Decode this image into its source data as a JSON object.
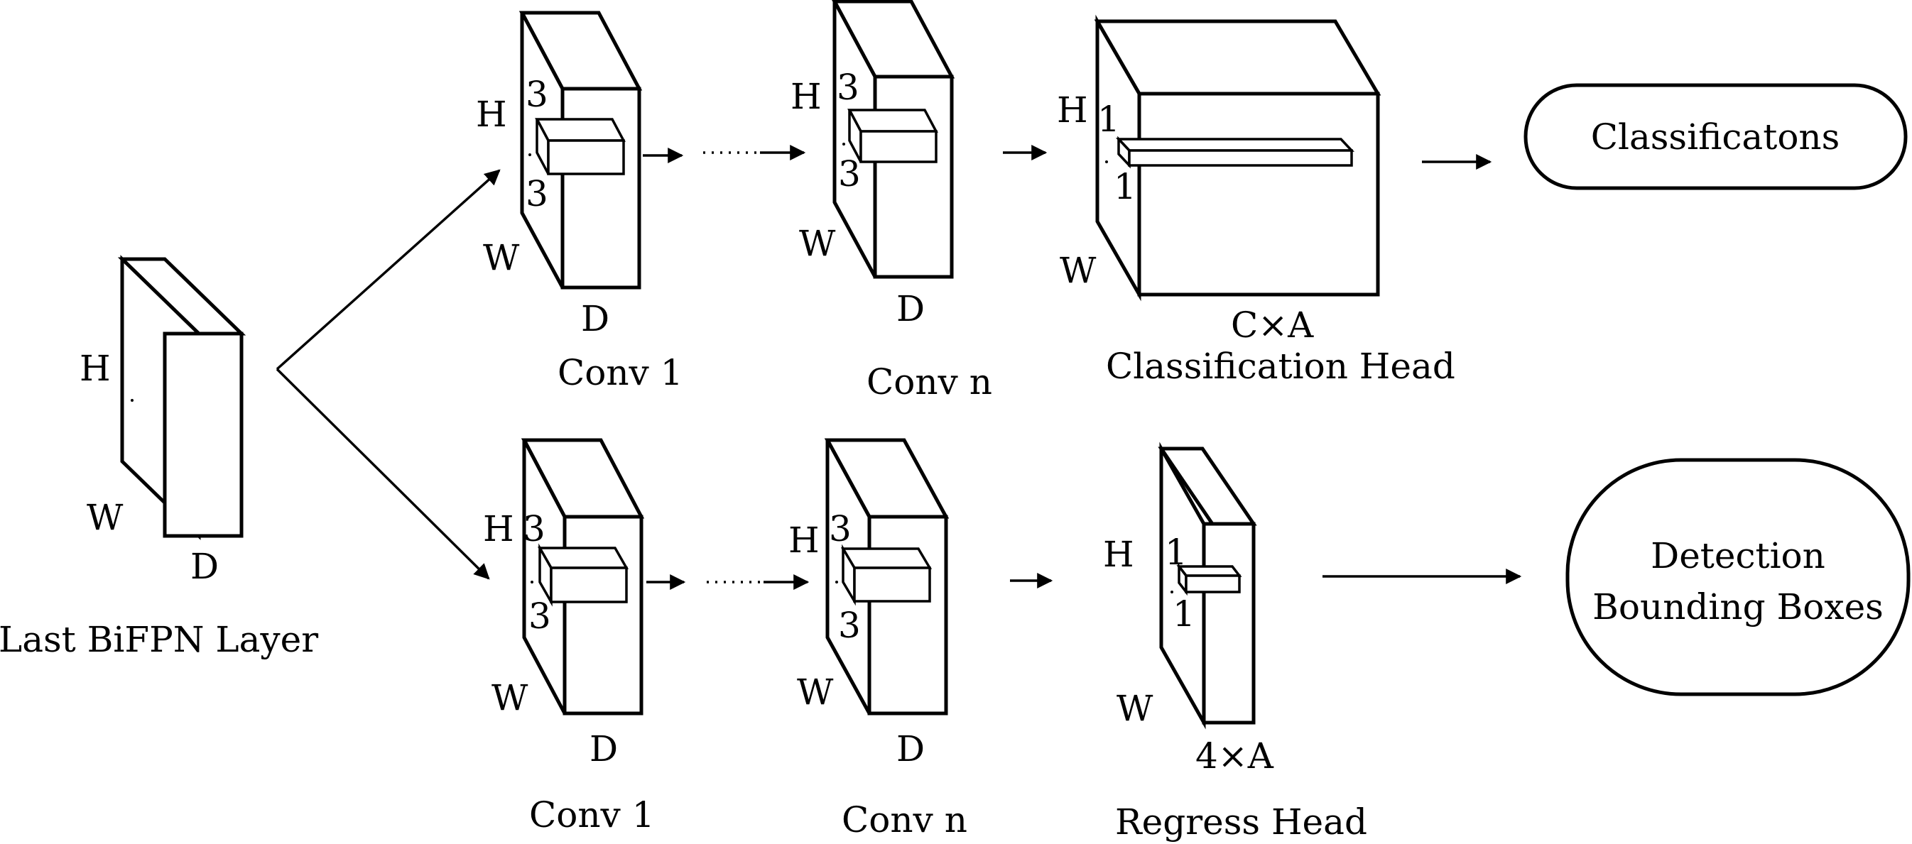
{
  "input": {
    "label": "Last BiFPN Layer",
    "h": "H",
    "w": "W",
    "d": "D"
  },
  "class_branch": {
    "conv1": {
      "label": "Conv 1",
      "h": "H",
      "w": "W",
      "d": "D",
      "k1": "3",
      "k2": "3"
    },
    "convn": {
      "label": "Conv n",
      "h": "H",
      "w": "W",
      "d": "D",
      "k1": "3",
      "k2": "3"
    },
    "head": {
      "label": "Classification Head",
      "h": "H",
      "w": "W",
      "d": "C×A",
      "k1": "1",
      "k2": "1"
    },
    "output": "Classificatons"
  },
  "box_branch": {
    "conv1": {
      "label": "Conv 1",
      "h": "H",
      "w": "W",
      "d": "D",
      "k1": "3",
      "k2": "3"
    },
    "convn": {
      "label": "Conv n",
      "h": "H",
      "w": "W",
      "d": "D",
      "k1": "3",
      "k2": "3"
    },
    "head": {
      "label": "Regress Head",
      "h": "H",
      "w": "W",
      "d": "4×A",
      "k1": "1",
      "k2": "1"
    },
    "output_line1": "Detection",
    "output_line2": "Bounding Boxes"
  }
}
